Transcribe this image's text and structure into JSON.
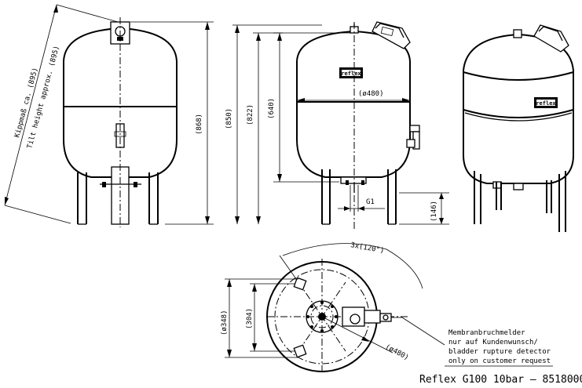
{
  "side_view": {
    "tilt_label_de": "Kippmaß ca. (895)",
    "tilt_label_en": "Tilt height approx. (895)",
    "height_dim": "(868)"
  },
  "front_view": {
    "dim_total": "(850)",
    "dim_822": "(822)",
    "dim_640": "(640)",
    "diameter": "(ø480)",
    "connection": "G1",
    "dim_146": "(146)",
    "logo_text": "reflex"
  },
  "perspective_view": {
    "logo_text": "reflex"
  },
  "top_view": {
    "angle": "3x(120°)",
    "dim_348": "(ø348)",
    "dim_304": "(304)",
    "diameter": "(ø480)"
  },
  "note": {
    "line1": "Membranbruchmelder",
    "line2": "nur auf Kundenwunsch/",
    "line3": "bladder rupture detector",
    "line4": "only on customer request"
  },
  "caption": "Reflex G100 10bar – 8518000"
}
